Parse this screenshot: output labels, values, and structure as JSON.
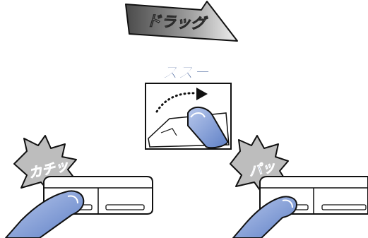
{
  "banner": {
    "label": "ドラッグ"
  },
  "drag_motion": {
    "label": "ズズー"
  },
  "press": {
    "label": "カチッ"
  },
  "release": {
    "label": "パッ"
  },
  "colors": {
    "banner_dark": "#5a5a5a",
    "banner_light": "#e4e4e4",
    "text_blue": "#2f4f8f",
    "finger_blue": "#6f8fd0",
    "finger_blue_light": "#aebfe6",
    "burst_gray": "#bdbdbd",
    "outline": "#111111"
  },
  "icons": [
    "banner-arrow-icon",
    "drag-arrow-icon",
    "finger-icon",
    "touchpad-icon",
    "burst-icon"
  ]
}
